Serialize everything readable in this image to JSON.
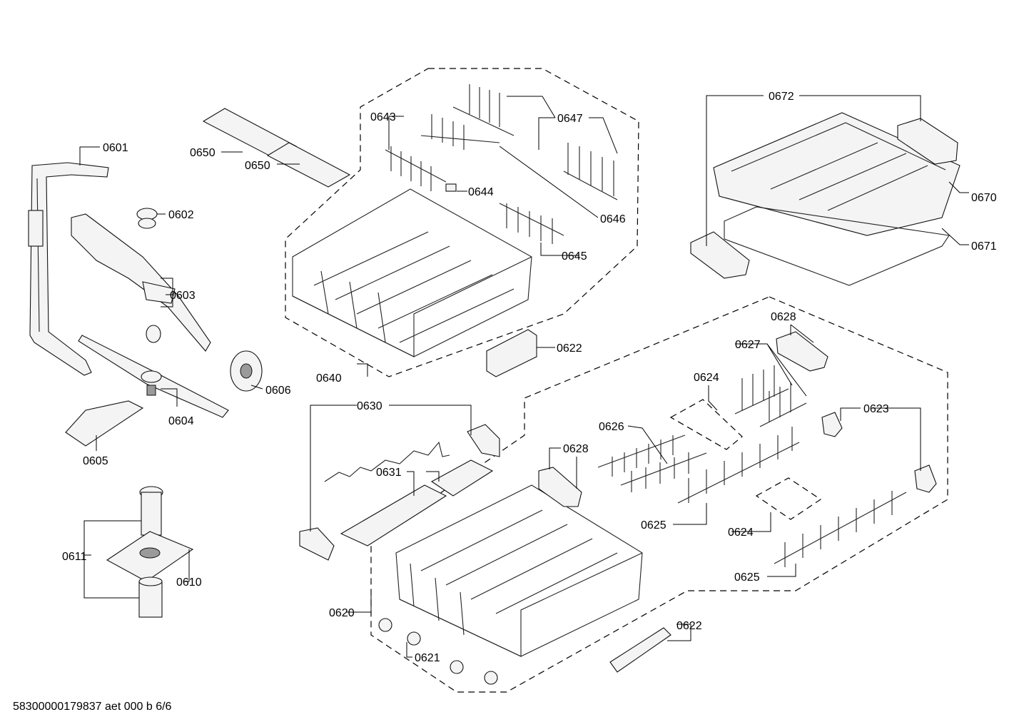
{
  "labels": {
    "p0601": "0601",
    "p0602": "0602",
    "p0603": "0603",
    "p0604": "0604",
    "p0605": "0605",
    "p0606": "0606",
    "p0610": "0610",
    "p0611": "0611",
    "p0620": "0620",
    "p0621": "0621",
    "p0622a": "0622",
    "p0622b": "0622",
    "p0623": "0623",
    "p0624a": "0624",
    "p0624b": "0624",
    "p0625a": "0625",
    "p0625b": "0625",
    "p0626": "0626",
    "p0627": "0627",
    "p0628a": "0628",
    "p0628b": "0628",
    "p0630": "0630",
    "p0631": "0631",
    "p0640": "0640",
    "p0643": "0643",
    "p0644": "0644",
    "p0645": "0645",
    "p0646": "0646",
    "p0647": "0647",
    "p0650a": "0650",
    "p0650b": "0650",
    "p0670": "0670",
    "p0671": "0671",
    "p0672": "0672"
  },
  "footer": {
    "code": "58300000179837 aet 000 b 6/6"
  }
}
